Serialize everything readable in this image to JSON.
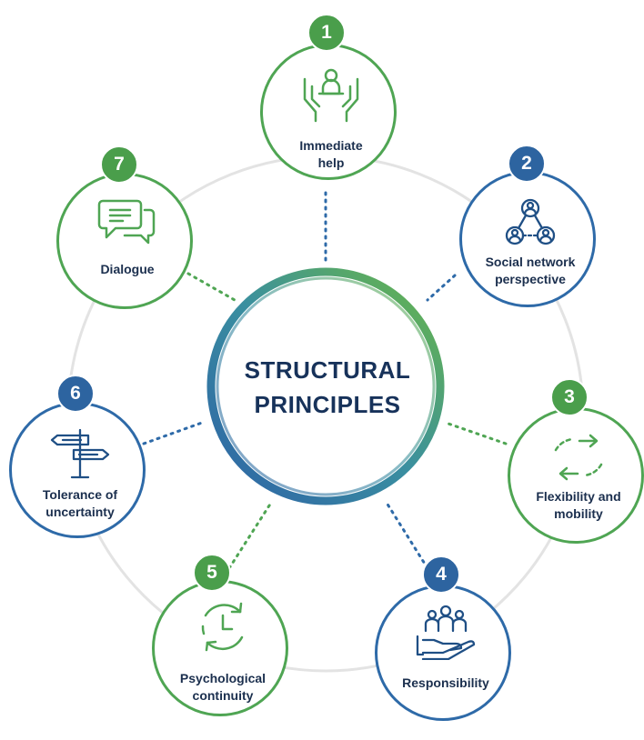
{
  "center": {
    "line1": "STRUCTURAL",
    "line2": "PRINCIPLES"
  },
  "colors": {
    "green": "#4fa553",
    "blue": "#2e6aa8",
    "text": "#1b2f4e",
    "ring": "#e3e3e3"
  },
  "principles": [
    {
      "number": "1",
      "line1": "Immediate",
      "line2": "help",
      "theme": "green",
      "icon": "hands-holding-person-icon"
    },
    {
      "number": "2",
      "line1": "Social network",
      "line2": "perspective",
      "theme": "blue",
      "icon": "network-people-icon"
    },
    {
      "number": "3",
      "line1": "Flexibility and",
      "line2": "mobility",
      "theme": "green",
      "icon": "exchange-arrows-icon"
    },
    {
      "number": "4",
      "line1": "Responsibility",
      "line2": "",
      "theme": "blue",
      "icon": "hand-holding-people-icon"
    },
    {
      "number": "5",
      "line1": "Psychological",
      "line2": "continuity",
      "theme": "green",
      "icon": "clock-cycle-icon"
    },
    {
      "number": "6",
      "line1": "Tolerance of",
      "line2": "uncertainty",
      "theme": "blue",
      "icon": "signpost-icon"
    },
    {
      "number": "7",
      "line1": "Dialogue",
      "line2": "",
      "theme": "green",
      "icon": "speech-bubbles-icon"
    }
  ]
}
